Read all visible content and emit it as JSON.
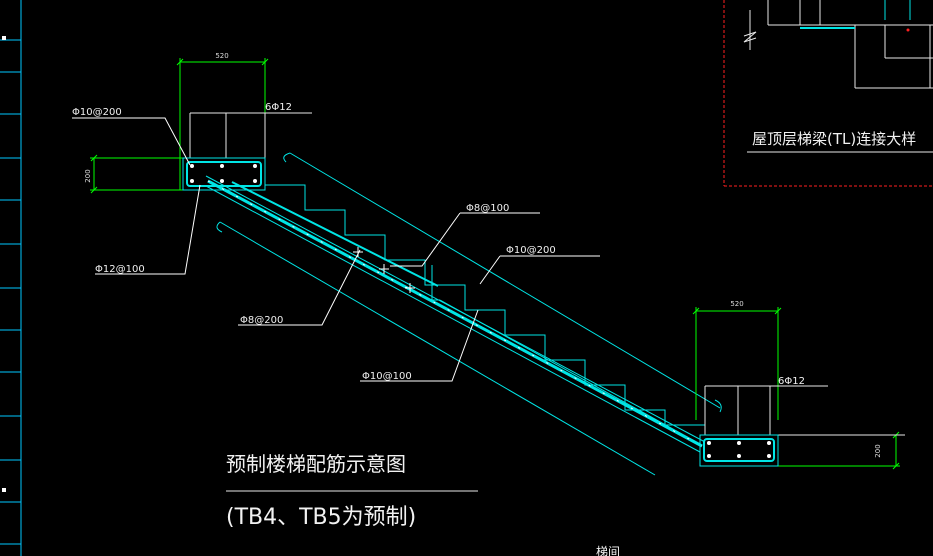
{
  "drawing": {
    "title": "预制楼梯配筋示意图",
    "subtitle": "(TB4、TB5为预制)",
    "detail_caption": "屋顶层梯梁(TL)连接大样",
    "bottom_fragment": "梯间",
    "top_beam": {
      "width_dim": "520",
      "height_dim": "200",
      "rebar": "6Φ12"
    },
    "bottom_beam": {
      "width_dim": "520",
      "height_dim": "200",
      "rebar": "6Φ12"
    },
    "rebar_labels": {
      "top_stirrup": "Φ10@200",
      "top_bottom_bar": "Φ12@100",
      "mid_top_dist": "Φ8@100",
      "mid_top_main": "Φ10@200",
      "low_dist": "Φ8@200",
      "low_main": "Φ10@100"
    },
    "colors": {
      "background": "#000000",
      "stair_outline": "#00e5e5",
      "dimension": "#00ff00",
      "leader": "#ffffff",
      "frame_left": "#00c8ff",
      "detail_border": "#ff2020",
      "rebar_fill": "#ffffff"
    }
  }
}
